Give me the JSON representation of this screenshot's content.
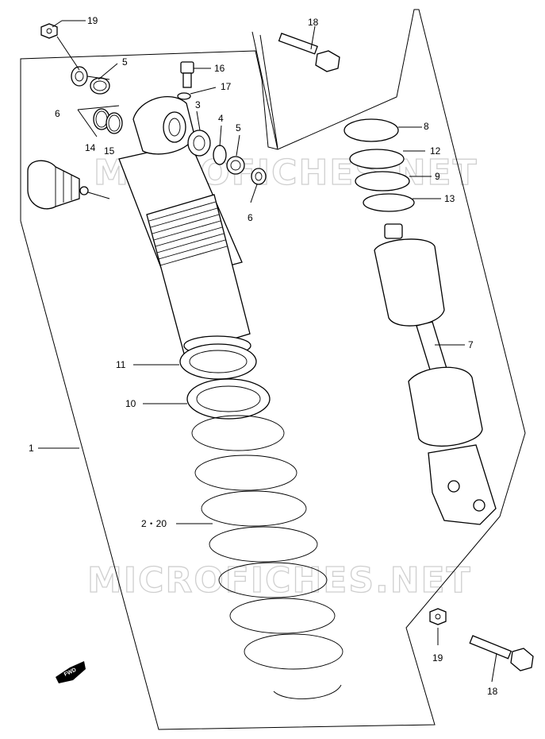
{
  "diagram": {
    "watermark": "MICROFICHES.NET",
    "fwd_label": "FWD",
    "callouts": {
      "c1": "1",
      "c2": "2・20",
      "c3": "3",
      "c4": "4",
      "c5a": "5",
      "c5b": "5",
      "c6a": "6",
      "c6b": "6",
      "c7": "7",
      "c8": "8",
      "c9": "9",
      "c10": "10",
      "c11": "11",
      "c12": "12",
      "c13": "13",
      "c14": "14",
      "c15": "15",
      "c16": "16",
      "c17": "17",
      "c18a": "18",
      "c18b": "18",
      "c19a": "19",
      "c19b": "19"
    }
  }
}
